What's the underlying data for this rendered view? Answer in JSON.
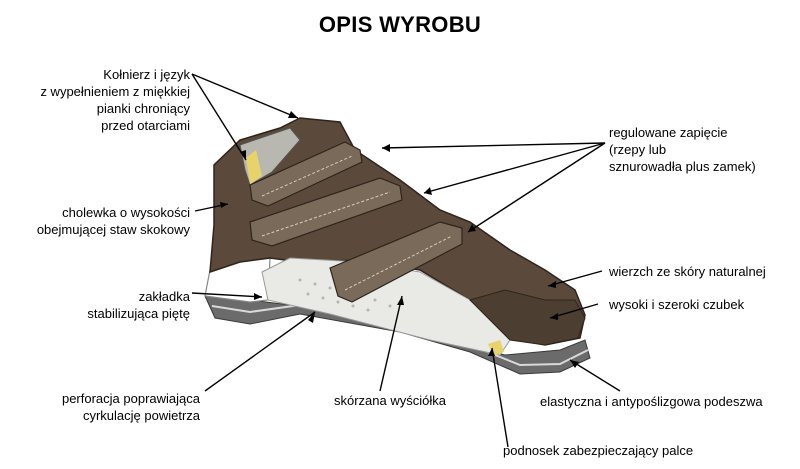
{
  "title": "OPIS WYROBU",
  "labels": {
    "collar": [
      "Kołnierz i język",
      "z wypełnieniem z miękkiej",
      "pianki chroniący",
      "przed otarciami"
    ],
    "upper_height": [
      "cholewka o wysokości",
      "obejmującej staw skokowy"
    ],
    "heel_tab": [
      "zakładka",
      "stabilizująca piętę"
    ],
    "perforation": [
      "perforacja poprawiająca",
      "cyrkulację powietrza"
    ],
    "insole": [
      "skórzana wyściółka"
    ],
    "toe_cap": [
      "podnosek zabezpieczający palce"
    ],
    "fastening": [
      "regulowane zapięcie",
      "(rzepy lub",
      "sznurowadła plus zamek)"
    ],
    "leather_upper": [
      "wierzch ze skóry naturalnej"
    ],
    "toe_box": [
      "wysoki i szeroki czubek"
    ],
    "sole": [
      "elastyczna i antypoślizgowa podeszwa"
    ]
  },
  "colors": {
    "leather": "#5b4a3c",
    "leather_dark": "#3b2f26",
    "strap": "#7a6a5a",
    "lining": "#e9e9e6",
    "sole": "#6b6b6b",
    "accent_yellow": "#e8d26a"
  }
}
